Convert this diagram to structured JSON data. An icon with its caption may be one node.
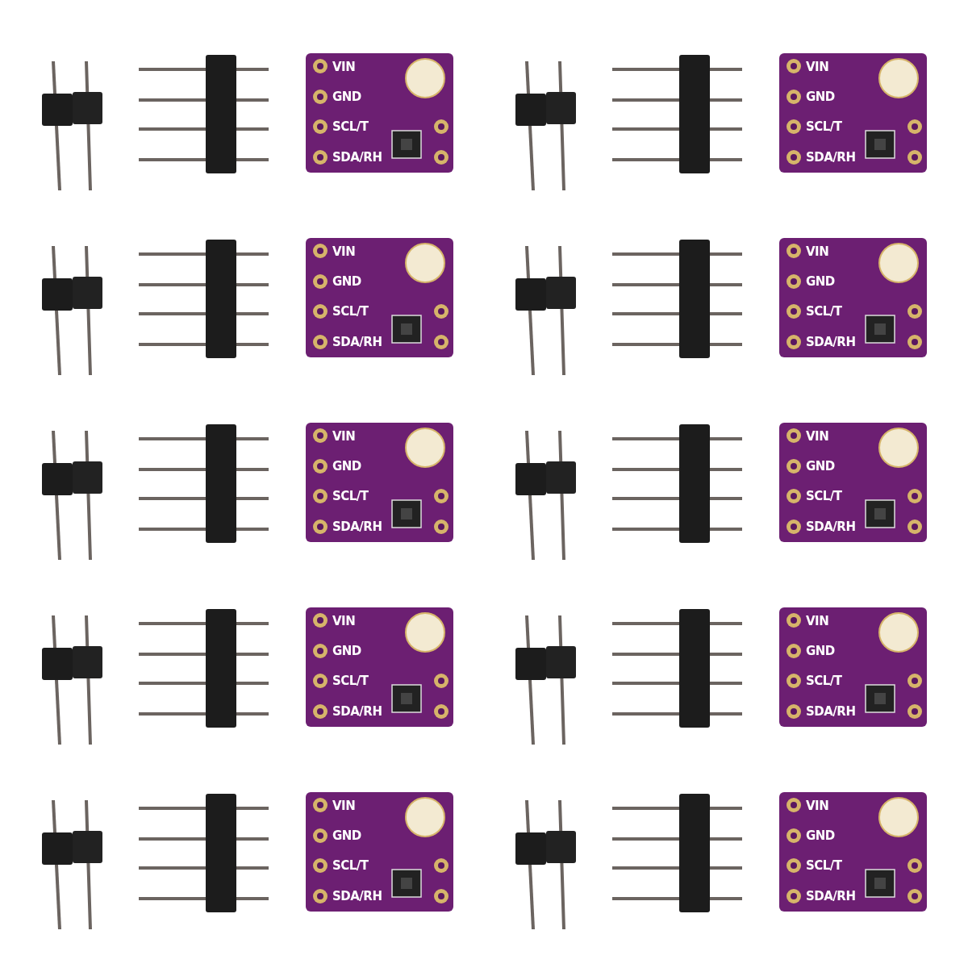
{
  "diagram": {
    "labels": [
      "VIN",
      "GND",
      "SCL/T",
      "SDA/RH",
      "VIN",
      "GND",
      "SCL/T",
      "SDA/RH",
      "VIN",
      "GND",
      "SCL/T",
      "SDA/RH",
      "VIN",
      "GND",
      "SCL/T",
      "SDA/RH",
      "VIN",
      "GND",
      "SCL/T",
      "SDA/RH",
      "VIN",
      "GND",
      "SCL/T",
      "SDA/RH",
      "VIN",
      "GND",
      "SCL/T",
      "SDA/RH",
      "VIN",
      "GND",
      "SCL/T",
      "SDA/RH",
      "VIN",
      "GND",
      "SCL/T",
      "SDA/RH",
      "VIN",
      "GND",
      "SCL/T",
      "SDA/RH"
    ]
  }
}
